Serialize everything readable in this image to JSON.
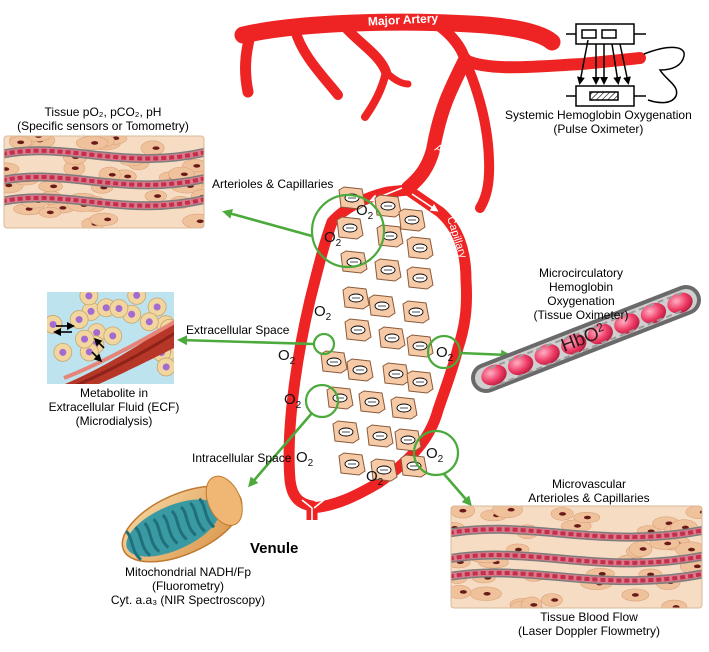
{
  "labels": {
    "major_artery": "Major Artery",
    "arteriole": "Arteriole",
    "capillary": "Capillary",
    "venule": "Venule",
    "o2": "O",
    "o2_sub": "2",
    "hbo2": "HbO",
    "hbo2_sub": "2"
  },
  "callouts": {
    "pulse_oximeter": {
      "line1": "Systemic Hemoglobin Oxygenation",
      "line2": "(Pulse Oximeter)"
    },
    "tissue_po2": {
      "line1": "Tissue pO₂, pCO₂, pH",
      "line2": "(Specific sensors or Tomometry)"
    },
    "arterioles_capillaries": "Arterioles & Capillaries",
    "extracellular_space": "Extracellular Space",
    "intracellular_space": "Intracellular Space",
    "microdialysis": {
      "line1": "Metabolite in",
      "line2": "Extracellular Fluid (ECF)",
      "line3": "(Microdialysis)"
    },
    "tissue_oximeter": {
      "line1": "Microcirculatory",
      "line2": "Hemoglobin",
      "line3": "Oxygenation",
      "line4": "(Tissue Oximeter)"
    },
    "mitochondrial": {
      "line1": "Mitochondrial NADH/Fp",
      "line2": "(Fluorometry)",
      "line3": "Cyt. a.a₃ (NIR Spectroscopy)"
    },
    "microvascular": {
      "line1": "Microvascular",
      "line2": "Arterioles & Capillaries"
    },
    "blood_flow": {
      "line1": "Tissue Blood Flow",
      "line2": "(Laser Doppler Flowmetry)"
    }
  },
  "colors": {
    "vessel": "#ee2424",
    "arrow": "#4caa3c",
    "cell_fill": "#f6caa6",
    "tissue_bg": "#f7dcc4",
    "rbc": "#c42d4c"
  }
}
